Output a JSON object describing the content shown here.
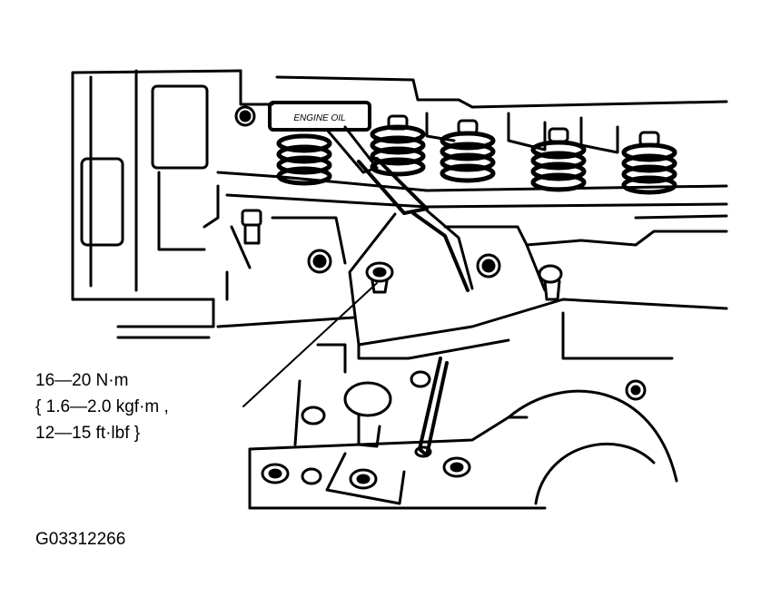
{
  "figure": {
    "torque_line_1": "16—20 N·m",
    "torque_line_2": "{ 1.6—2.0 kgf·m ,",
    "torque_line_3": "12—15 ft·lbf }",
    "figure_code": "G03312266",
    "dipstick_label": "ENGINE OIL"
  }
}
